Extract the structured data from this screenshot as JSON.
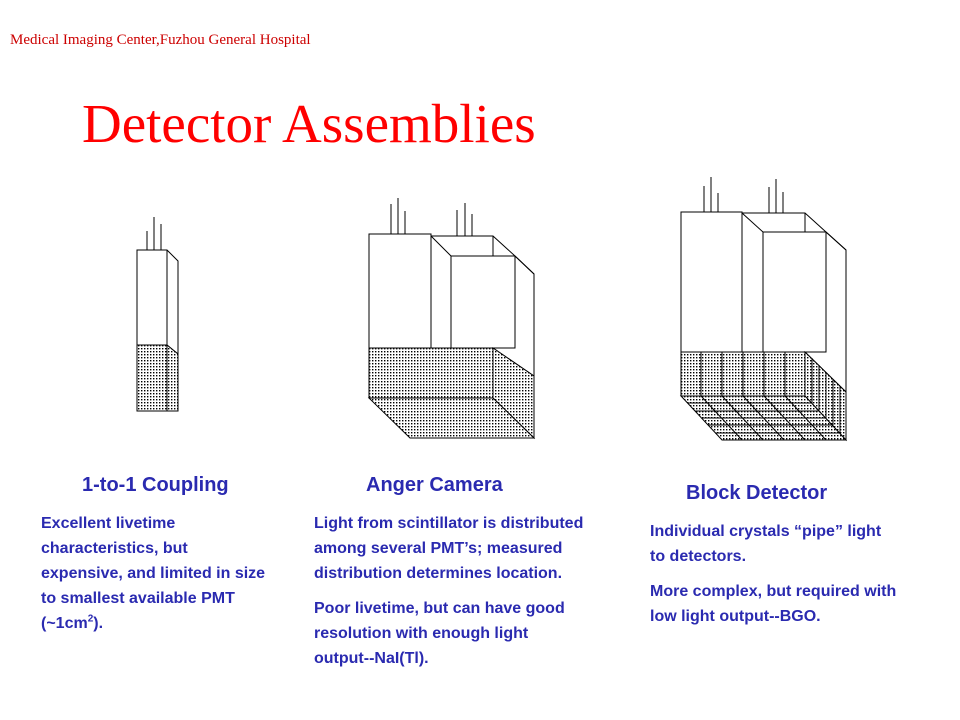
{
  "header": {
    "text": "Medical Imaging Center,Fuzhou General Hospital"
  },
  "title": "Detector Assemblies",
  "columns": [
    {
      "title": "1-to-1 Coupling",
      "text_before_sup": "Excellent livetime characteristics, but expensive, and limited in size to smallest available PMT (~1cm",
      "sup": "2",
      "text_after_sup": ")."
    },
    {
      "title": "Anger Camera",
      "paragraphs": [
        "Light from scintillator is distributed among several PMT’s; measured distribution determines location.",
        "Poor livetime, but can have good resolution with enough light output--NaI(Tl)."
      ]
    },
    {
      "title": "Block Detector",
      "paragraphs": [
        "Individual crystals “pipe” light to detectors.",
        "More complex, but required with low light output--BGO."
      ]
    }
  ],
  "colors": {
    "header": "#cc0000",
    "title": "#ff0000",
    "body_text": "#2a2ab0"
  }
}
